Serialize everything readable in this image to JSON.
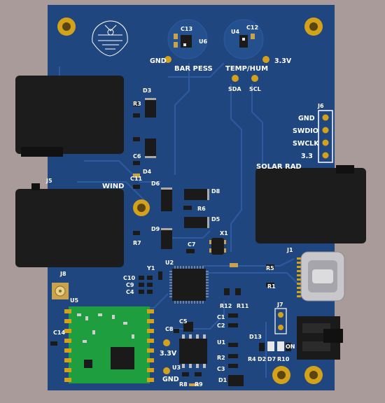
{
  "board": {
    "connector_labels": {
      "wind": "WIND",
      "solar": "SOLAR RAD",
      "bar": "BAR PESS",
      "temp": "TEMP/HUM",
      "gnd_top": "GND",
      "v33_top": "3.3V",
      "sda": "SDA",
      "scl": "SCL",
      "gnd_bottom": "GND",
      "v33_bottom": "3.3V",
      "on": "ON"
    },
    "j6_pins": [
      "GND",
      "SWDIO",
      "SWCLK",
      "3.3"
    ],
    "refdes": {
      "C13": "C13",
      "U6": "U6",
      "U4": "U4",
      "C12": "C12",
      "D3": "D3",
      "R3": "R3",
      "C6": "C6",
      "D4": "D4",
      "J6": "J6",
      "J5": "J5",
      "C11": "C11",
      "D6": "D6",
      "D8": "D8",
      "R6": "R6",
      "D5": "D5",
      "D9": "D9",
      "R7": "R7",
      "C7": "C7",
      "X1": "X1",
      "J1": "J1",
      "Y1": "Y1",
      "U2": "U2",
      "R5": "R5",
      "J8": "J8",
      "C10": "C10",
      "C9": "C9",
      "C4": "C4",
      "R1": "R1",
      "U5": "U5",
      "R12": "R12",
      "R11": "R11",
      "J7": "J7",
      "C14": "C14",
      "C5": "C5",
      "C8": "C8",
      "C1": "C1",
      "C2": "C2",
      "U1": "U1",
      "D13": "D13",
      "R2": "R2",
      "R4": "R4",
      "D2": "D2",
      "D7": "D7",
      "R10": "R10",
      "U3": "U3",
      "C3": "C3",
      "R8": "R8",
      "R9": "R9",
      "D1": "D1"
    }
  },
  "colors": {
    "background": "#a99b99",
    "board": "#20467f",
    "trace": "#2d5aa0",
    "silkscreen": "#ffffff",
    "gold": "#d4a21a",
    "module_green": "#1e9e3e",
    "connector_black": "#1c1c1c"
  }
}
